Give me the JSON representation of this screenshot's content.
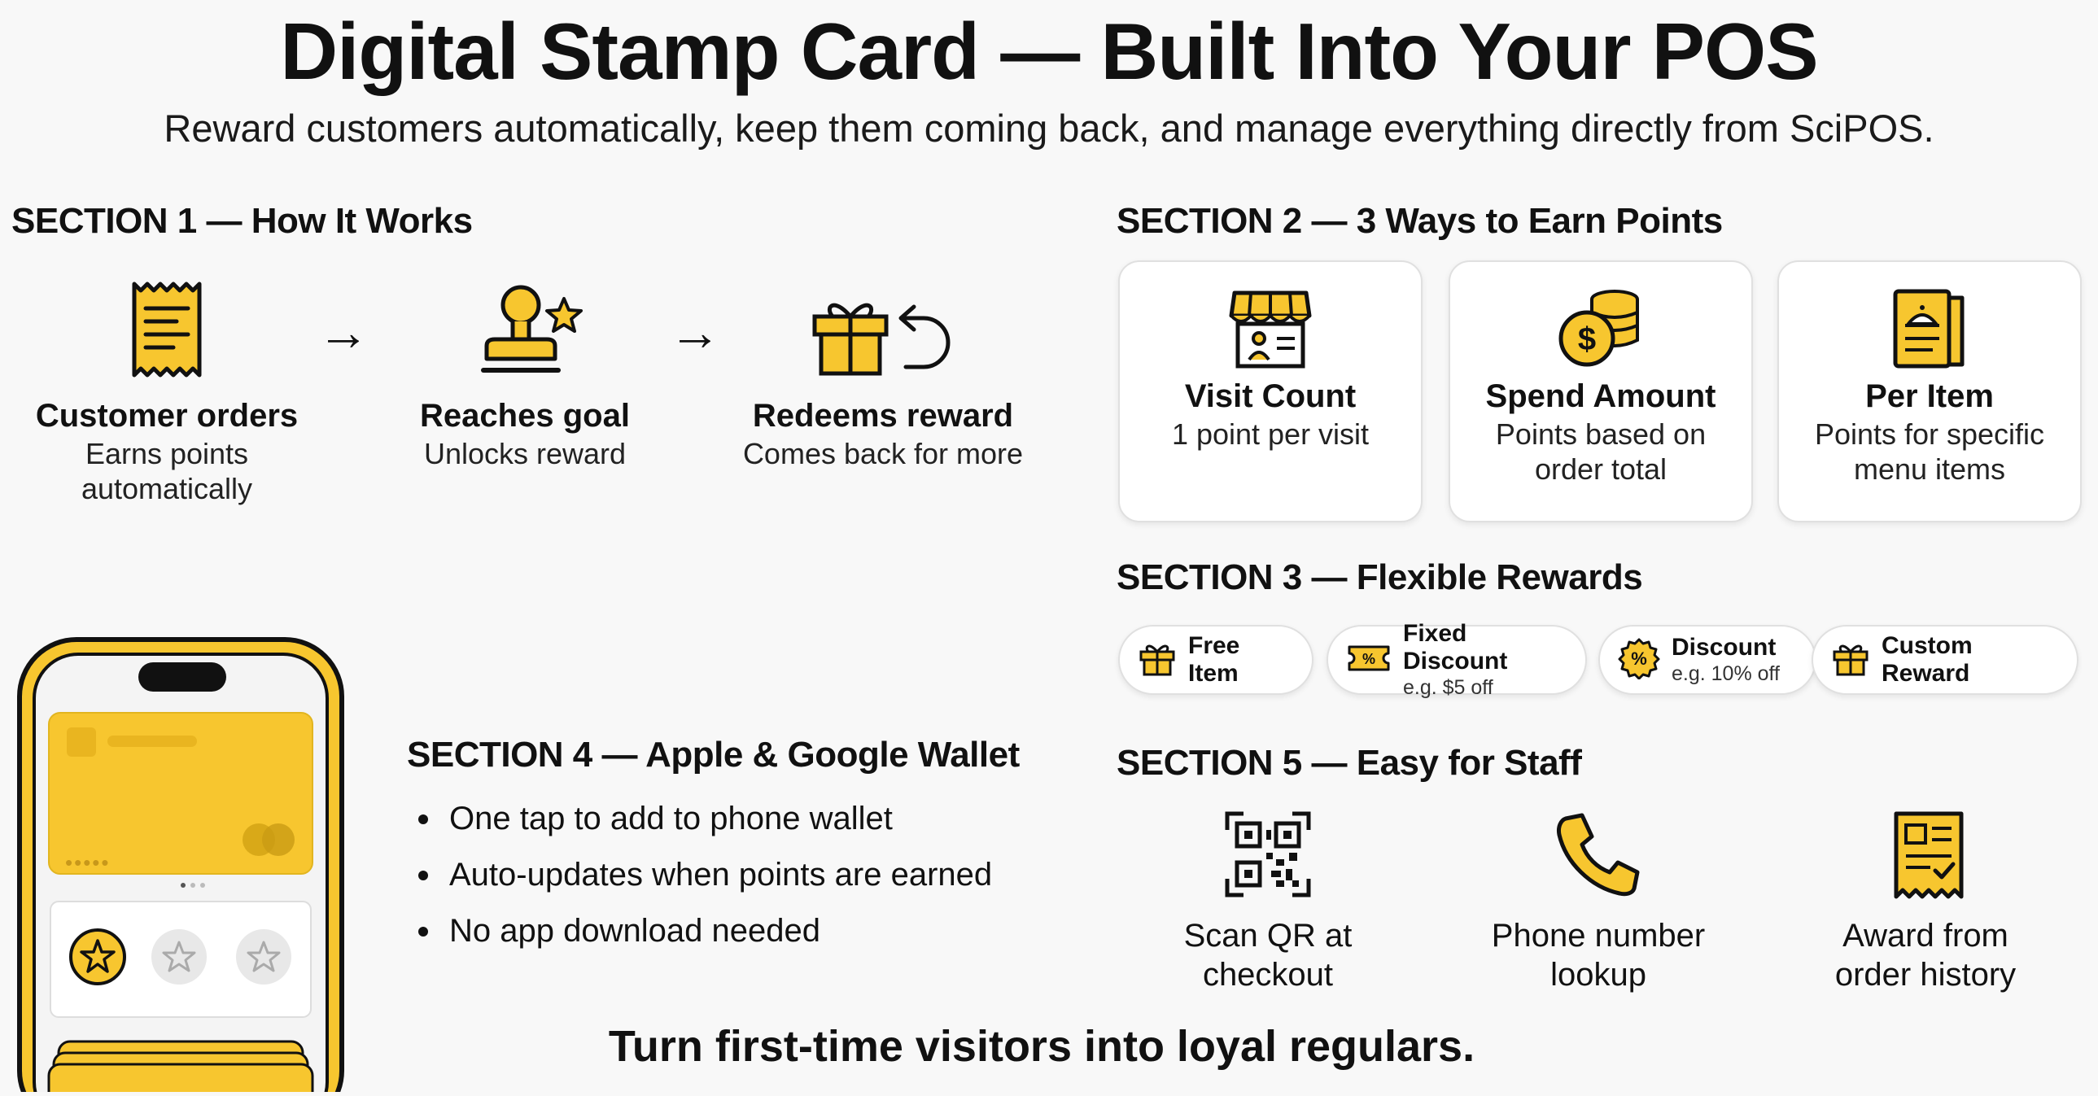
{
  "header": {
    "title": "Digital Stamp Card — Built Into Your POS",
    "subtitle": "Reward customers automatically, keep them coming back, and manage everything directly from SciPOS."
  },
  "section1": {
    "heading": "SECTION 1 — How It Works",
    "steps": [
      {
        "title": "Customer orders",
        "desc": "Earns points automatically",
        "icon": "receipt-icon"
      },
      {
        "title": "Reaches goal",
        "desc": "Unlocks reward",
        "icon": "stamp-star-icon"
      },
      {
        "title": "Redeems reward",
        "desc": "Comes back for more",
        "icon": "gift-return-icon"
      }
    ],
    "arrow": "→"
  },
  "section2": {
    "heading": "SECTION 2 — 3 Ways to Earn Points",
    "cards": [
      {
        "title": "Visit Count",
        "desc": "1 point per visit",
        "icon": "storefront-icon"
      },
      {
        "title": "Spend Amount",
        "desc": "Points based on order total",
        "icon": "coins-icon"
      },
      {
        "title": "Per Item",
        "desc": "Points for specific menu items",
        "icon": "menu-item-icon"
      }
    ]
  },
  "section3": {
    "heading": "SECTION 3 — Flexible Rewards",
    "rewards": [
      {
        "title": "Free Item",
        "sub": "",
        "icon": "gift-icon"
      },
      {
        "title": "Fixed Discount",
        "sub": "e.g. $5 off",
        "icon": "coupon-icon"
      },
      {
        "title": "Discount",
        "sub": "e.g. 10% off",
        "icon": "percent-badge-icon"
      },
      {
        "title": "Custom Reward",
        "sub": "",
        "icon": "gift-icon"
      }
    ],
    "percent_glyph": "%"
  },
  "section4": {
    "heading": "SECTION 4 — Apple & Google Wallet",
    "bullets": [
      "One tap to add to phone wallet",
      "Auto-updates when points are earned",
      "No app download needed"
    ],
    "card_dots": "•••••",
    "stamps_filled": 1,
    "stamps_total": 3
  },
  "section5": {
    "heading": "SECTION 5 — Easy for Staff",
    "items": [
      {
        "label": "Scan QR at checkout",
        "icon": "qr-code-icon"
      },
      {
        "label": "Phone number lookup",
        "icon": "phone-icon"
      },
      {
        "label": "Award from order history",
        "icon": "order-history-icon"
      }
    ]
  },
  "footer": {
    "tagline": "Turn first-time visitors into loyal regulars."
  },
  "colors": {
    "accent": "#F7C62F",
    "outline": "#111111",
    "text": "#111111",
    "card_border": "#E0E0E0"
  }
}
